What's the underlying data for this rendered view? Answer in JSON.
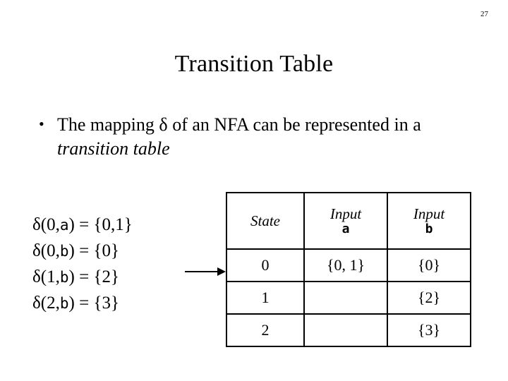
{
  "slide": {
    "number": "27",
    "title": "Transition Table",
    "bullets": [
      {
        "marker": "•",
        "text_plain": "The mapping ",
        "text_symbol": "δ",
        "text_rest": " of an NFA can be represented in a ",
        "text_italic": "transition table"
      }
    ],
    "delta_list": [
      {
        "prefix": "δ(0,",
        "symbol": "a",
        "middle": ") = ",
        "result": "{0,1}"
      },
      {
        "prefix": "δ(0,",
        "symbol": "b",
        "middle": ") = ",
        "result": "{0}"
      },
      {
        "prefix": "δ(1,",
        "symbol": "b",
        "middle": ") = ",
        "result": "{2}"
      },
      {
        "prefix": "δ(2,",
        "symbol": "b",
        "middle": ") = ",
        "result": "{3}"
      }
    ],
    "arrow_icon": "right-arrow-icon",
    "table": {
      "headers": [
        {
          "label": "State",
          "symbol": ""
        },
        {
          "label": "Input",
          "symbol": "a"
        },
        {
          "label": "Input",
          "symbol": "b"
        }
      ],
      "rows": [
        {
          "state": "0",
          "input_a": "{0, 1}",
          "input_b": "{0}"
        },
        {
          "state": "1",
          "input_a": "",
          "input_b": "{2}"
        },
        {
          "state": "2",
          "input_a": "",
          "input_b": "{3}"
        }
      ]
    }
  }
}
